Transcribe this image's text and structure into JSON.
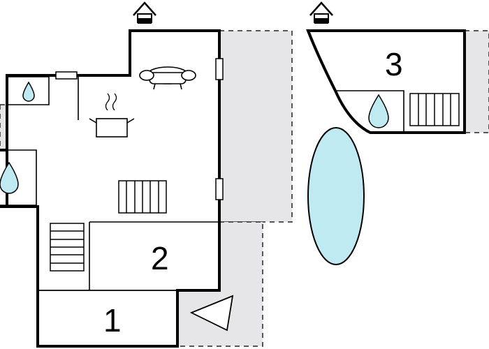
{
  "colors": {
    "wall": "#000000",
    "outdoor_area": "#e6e6e8",
    "water": "#bfeaf2",
    "background": "#ffffff"
  },
  "rooms": [
    {
      "number": "1"
    },
    {
      "number": "2"
    },
    {
      "number": "3"
    }
  ],
  "icons": [
    "entrance-house-icon",
    "sofa-icon",
    "cooking-pot-icon",
    "water-drop-icon",
    "radiator-icon",
    "stairs-icon",
    "pool",
    "window-icon",
    "terrace-triangle-icon"
  ]
}
